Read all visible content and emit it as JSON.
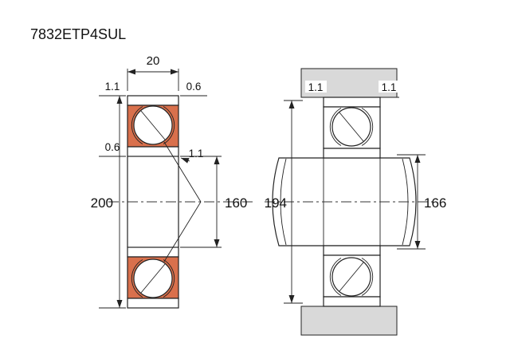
{
  "title": "7832ETP4SUL",
  "colors": {
    "cage": "#d9704c",
    "housing": "#d9d9d9"
  },
  "front_view": {
    "width": "20",
    "chamfer_top_left": "1.1",
    "chamfer_top_right": "0.6",
    "chamfer_bore_left": "0.6",
    "chamfer_bore_mid": "1.1",
    "outer_diameter": "200",
    "bore_diameter": "160"
  },
  "mounted_view": {
    "chamfer_left": "1.1",
    "chamfer_right": "1.1",
    "housing_shoulder_diameter": "194",
    "shaft_shoulder_diameter": "166"
  }
}
